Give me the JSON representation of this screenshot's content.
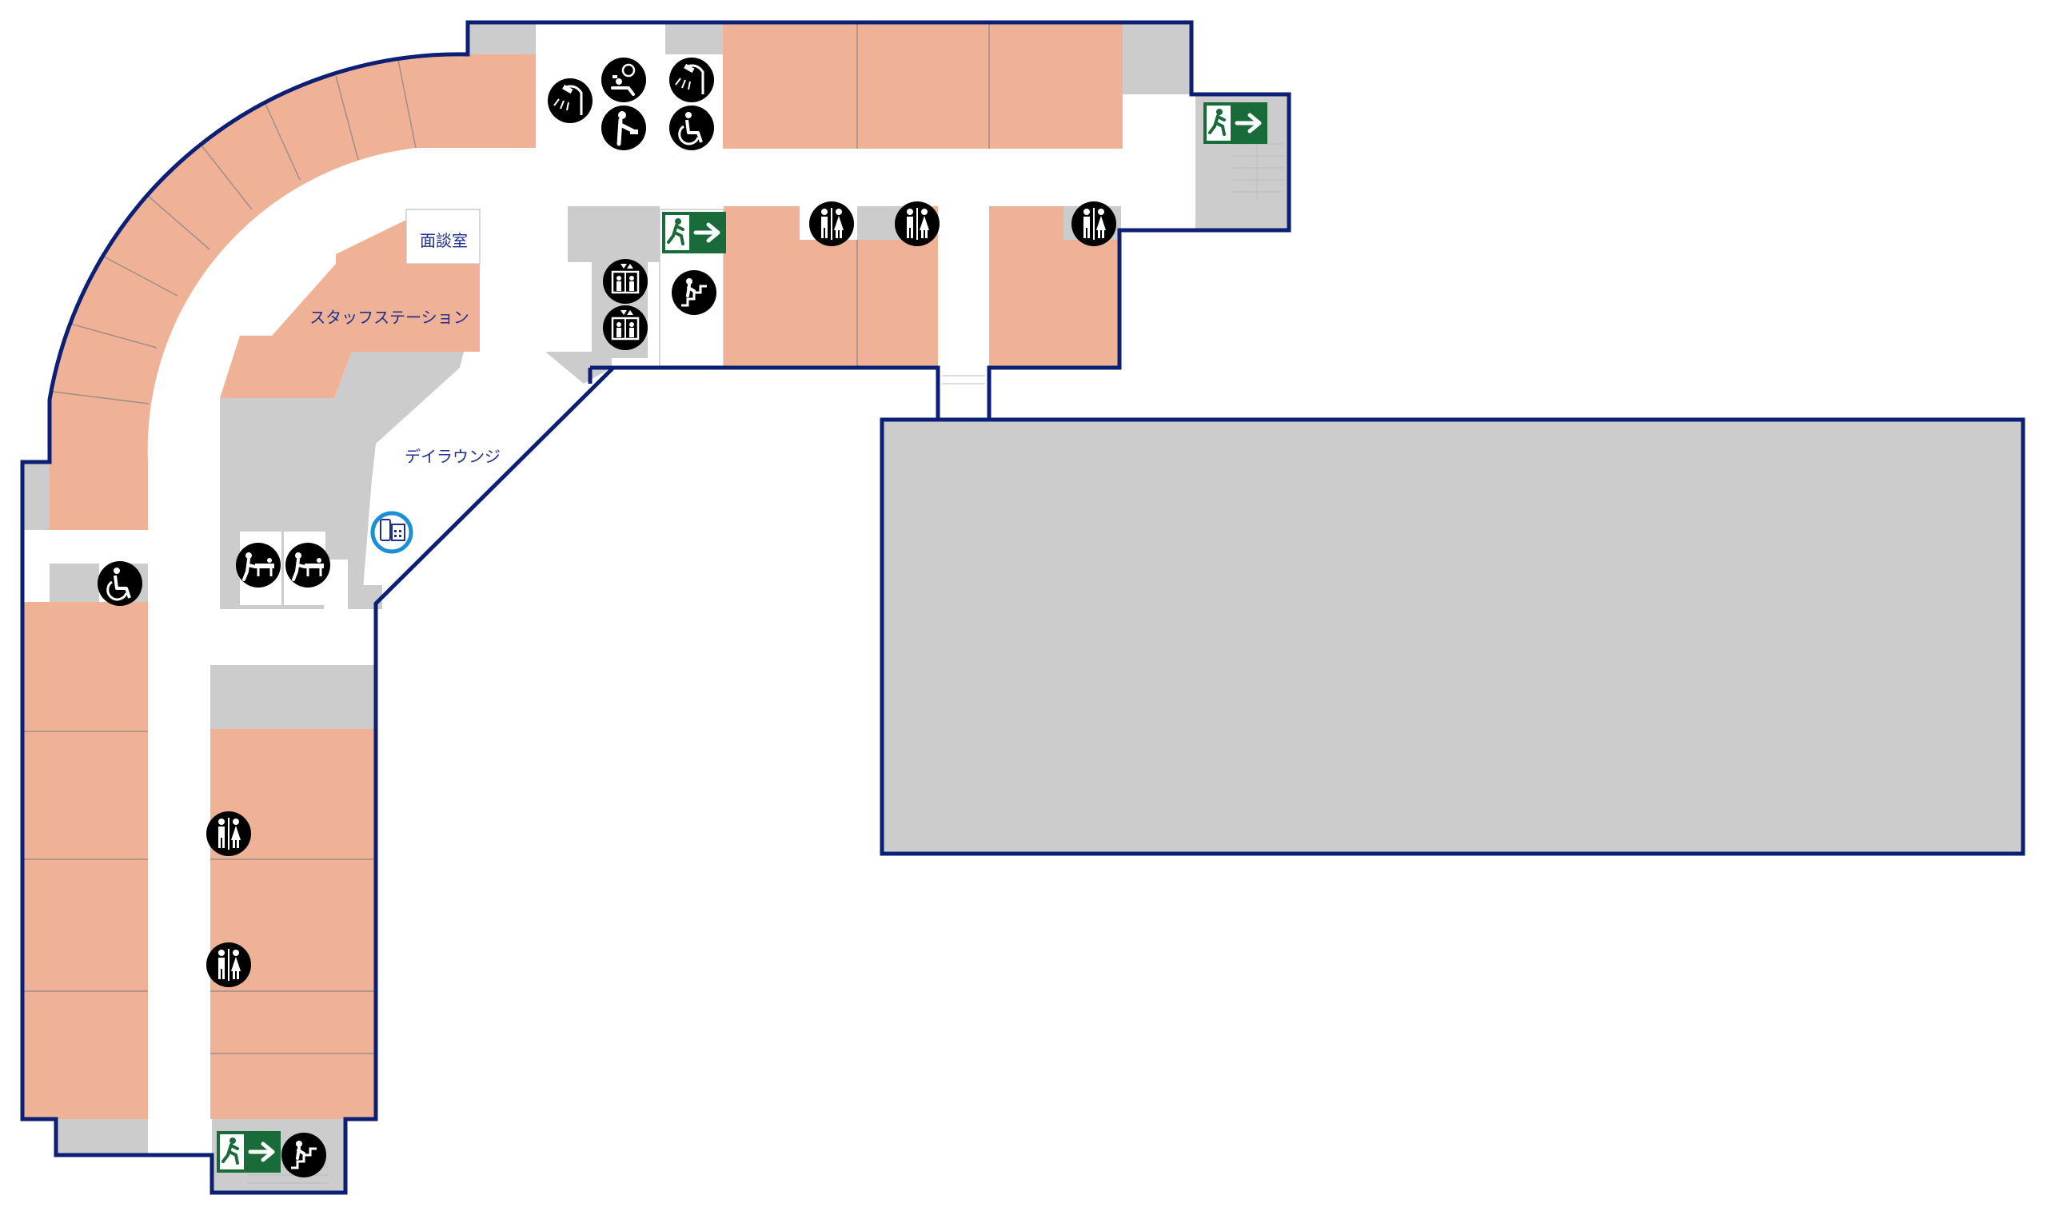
{
  "labels": {
    "interview_room": "面談室",
    "staff_station": "スタッフステーション",
    "day_lounge": "デイラウンジ"
  },
  "icons": [
    "shower-icon",
    "baby-care-icon",
    "hand-washing-icon",
    "wheelchair-icon",
    "emergency-exit-icon",
    "stairs-icon",
    "elevator-icon",
    "restroom-icon",
    "stretcher-bath-icon",
    "phone-icon"
  ],
  "colors": {
    "room": "#f0b296",
    "service": "#cccccc",
    "corridor": "#ffffff",
    "outline": "#0b1f75",
    "label": "#1e2f8f",
    "exit_sign": "#1a6b3a",
    "phone_ring": "#1b8fd6"
  }
}
